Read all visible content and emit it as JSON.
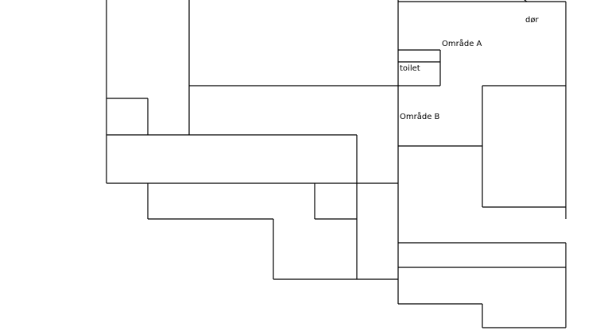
{
  "labels": {
    "door": "dør",
    "area_a": "Område A",
    "toilet": "toilet",
    "area_b": "Område B"
  },
  "colors": {
    "line": "#000000",
    "background": "#ffffff"
  }
}
